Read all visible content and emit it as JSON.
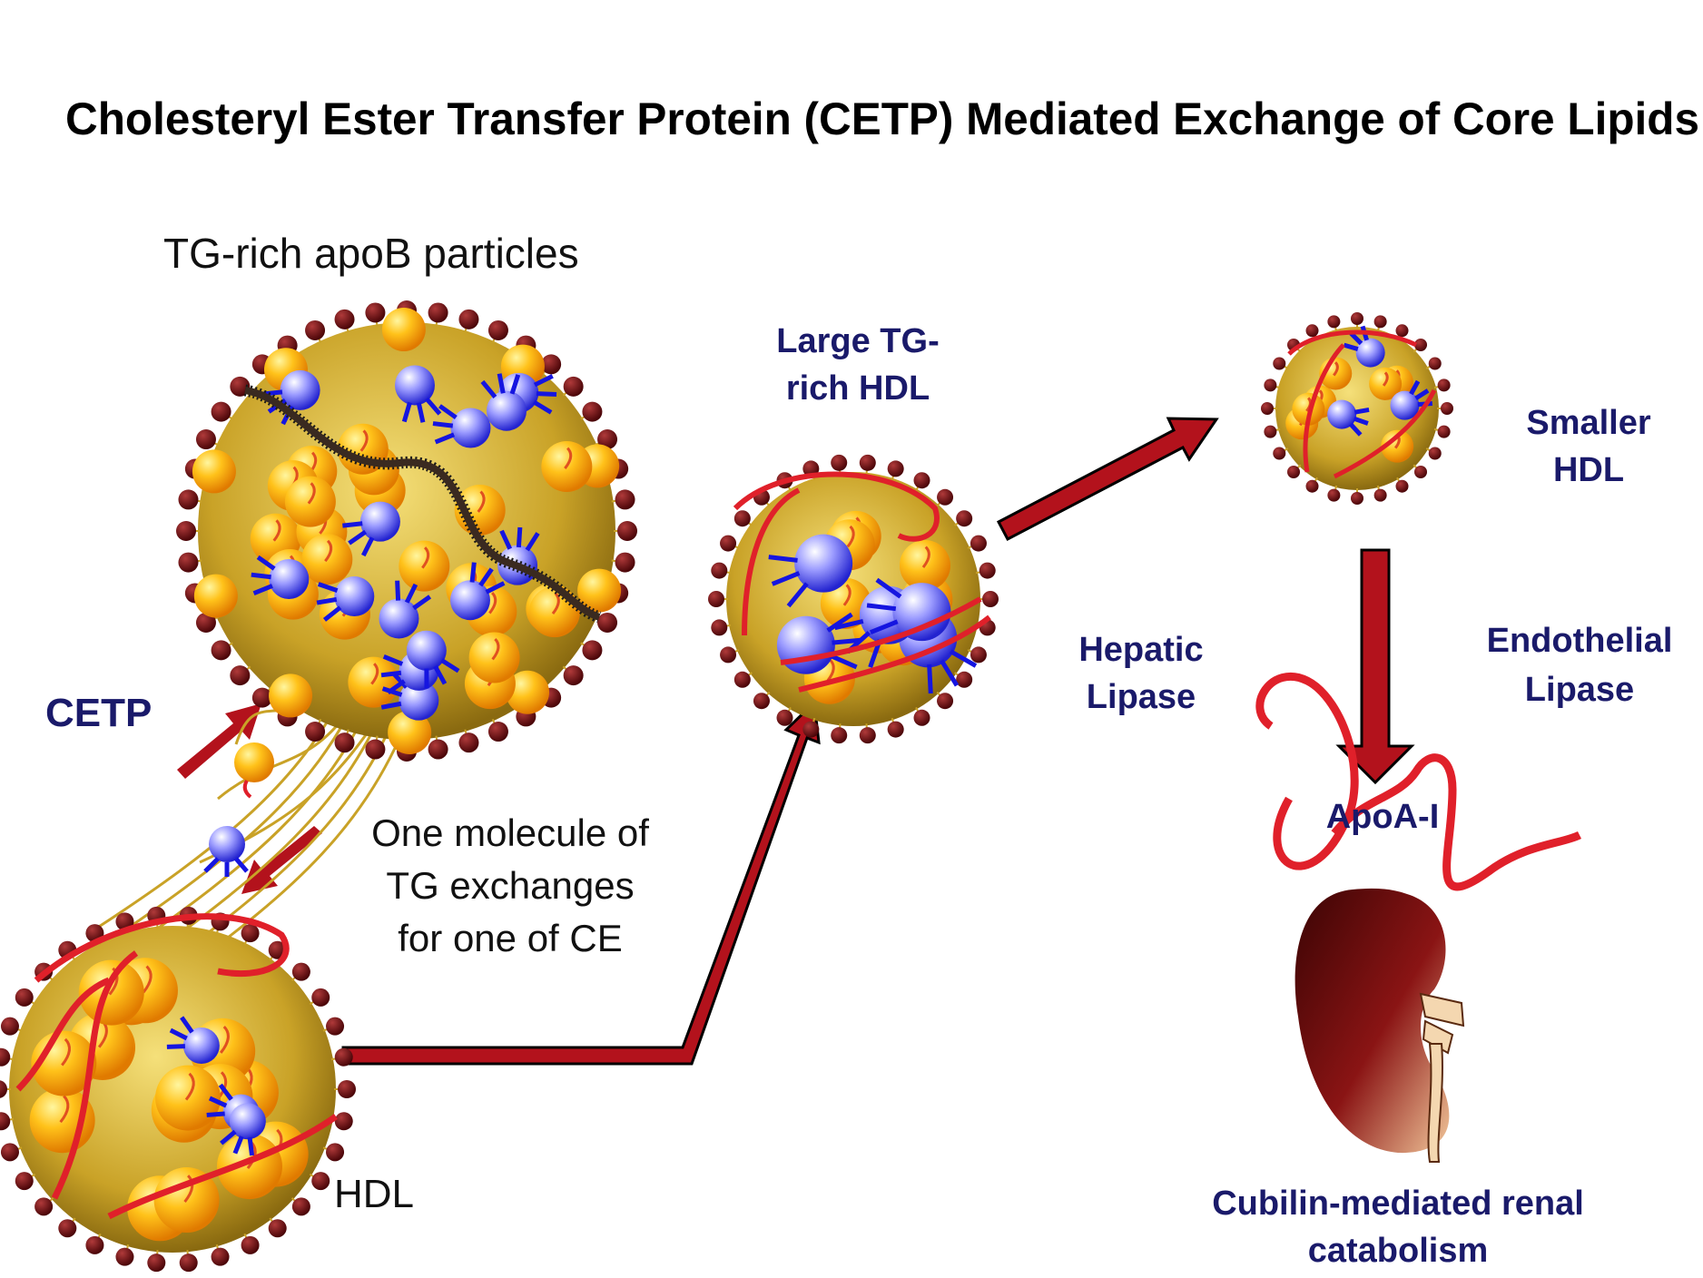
{
  "title": "Cholesteryl Ester Transfer Protein (CETP) Mediated Exchange of Core Lipids",
  "labels": {
    "tg_rich_particles": "TG-rich apoB particles",
    "cetp": "CETP",
    "exchange_line1": "One molecule of",
    "exchange_line2": "TG exchanges",
    "exchange_line3": "for one of CE",
    "hdl": "HDL",
    "large_hdl_line1": "Large TG-",
    "large_hdl_line2": "rich HDL",
    "smaller_hdl_line1": "Smaller",
    "smaller_hdl_line2": "HDL",
    "hepatic_lipase_line1": "Hepatic",
    "hepatic_lipase_line2": "Lipase",
    "endothelial_lipase_line1": "Endothelial",
    "endothelial_lipase_line2": "Lipase",
    "apoa1": "ApoA-I",
    "renal_line1": "Cubilin-mediated renal",
    "renal_line2": "catabolism"
  },
  "colors": {
    "arrow_red": "#b3121c",
    "navy_text": "#1a1a6a",
    "tg_orange": "#f6a800",
    "ce_blue": "#5a5aff",
    "phospholipid_head": "#6b0d12",
    "apo_red": "#e0202a",
    "kidney": "#7a0e0e",
    "shell_gold": "#c9a227"
  },
  "icons": [
    "tg-rich-apob-particle",
    "large-tg-rich-hdl-particle",
    "smaller-hdl-particle",
    "hdl-particle",
    "kidney-icon",
    "apoa1-strand"
  ]
}
